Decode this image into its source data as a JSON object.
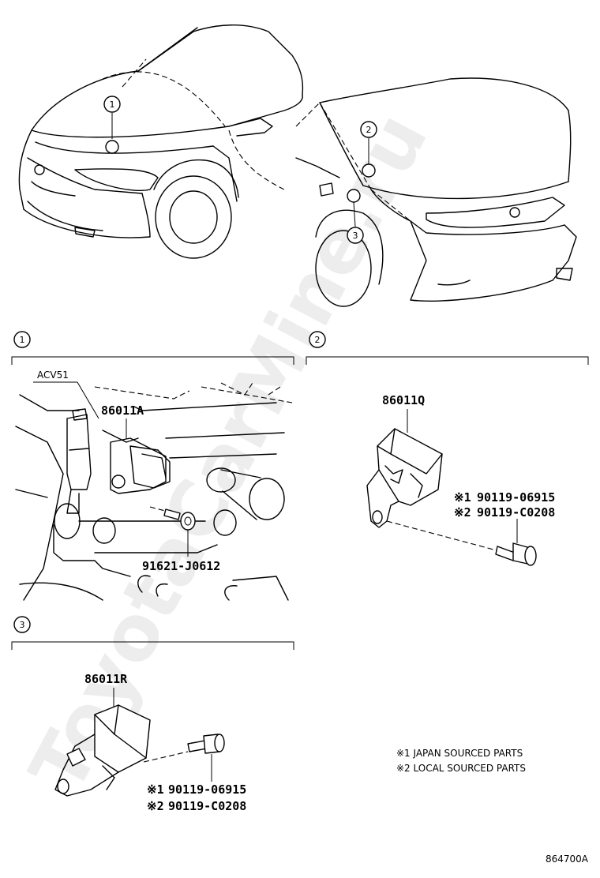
{
  "watermark": "ToyotaCarMine.ru",
  "diagram_id": "864700A",
  "model_label": "ACV51",
  "callouts": {
    "c1": "1",
    "c2": "2",
    "c3": "3"
  },
  "sections": {
    "s1": "1",
    "s2": "2",
    "s3": "3"
  },
  "parts": {
    "p86011A": "86011A",
    "p86011Q": "86011Q",
    "p86011R": "86011R",
    "p91621": "91621-J0612",
    "q_bolt_japan": "90119-06915",
    "q_bolt_local": "90119-C0208",
    "r_bolt_japan": "90119-06915",
    "r_bolt_local": "90119-C0208"
  },
  "note_marks": {
    "m1": "※1",
    "m2": "※2"
  },
  "legend": {
    "l1": "※1 JAPAN SOURCED PARTS",
    "l2": "※2 LOCAL SOURCED PARTS"
  }
}
